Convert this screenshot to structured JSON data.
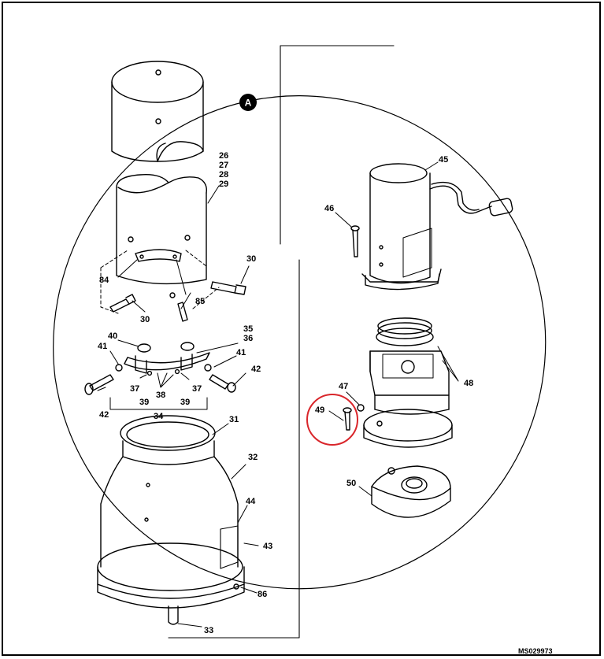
{
  "detail_marker": "A",
  "drawing_code": "MS029973",
  "colors": {
    "ink": "#000000",
    "highlight": "#d9262b",
    "paper": "#ffffff"
  },
  "callouts": {
    "c26": "26",
    "c27": "27",
    "c28": "28",
    "c29": "29",
    "c30a": "30",
    "c30b": "30",
    "c31": "31",
    "c32": "32",
    "c33": "33",
    "c34": "34",
    "c35": "35",
    "c36": "36",
    "c37a": "37",
    "c37b": "37",
    "c38": "38",
    "c39a": "39",
    "c39b": "39",
    "c40": "40",
    "c41a": "41",
    "c41b": "41",
    "c42a": "42",
    "c42b": "42",
    "c43": "43",
    "c44": "44",
    "c45": "45",
    "c46": "46",
    "c47": "47",
    "c48": "48",
    "c49": "49",
    "c50": "50",
    "c84": "84",
    "c85": "85",
    "c86": "86"
  },
  "highlighted_callout": "49"
}
